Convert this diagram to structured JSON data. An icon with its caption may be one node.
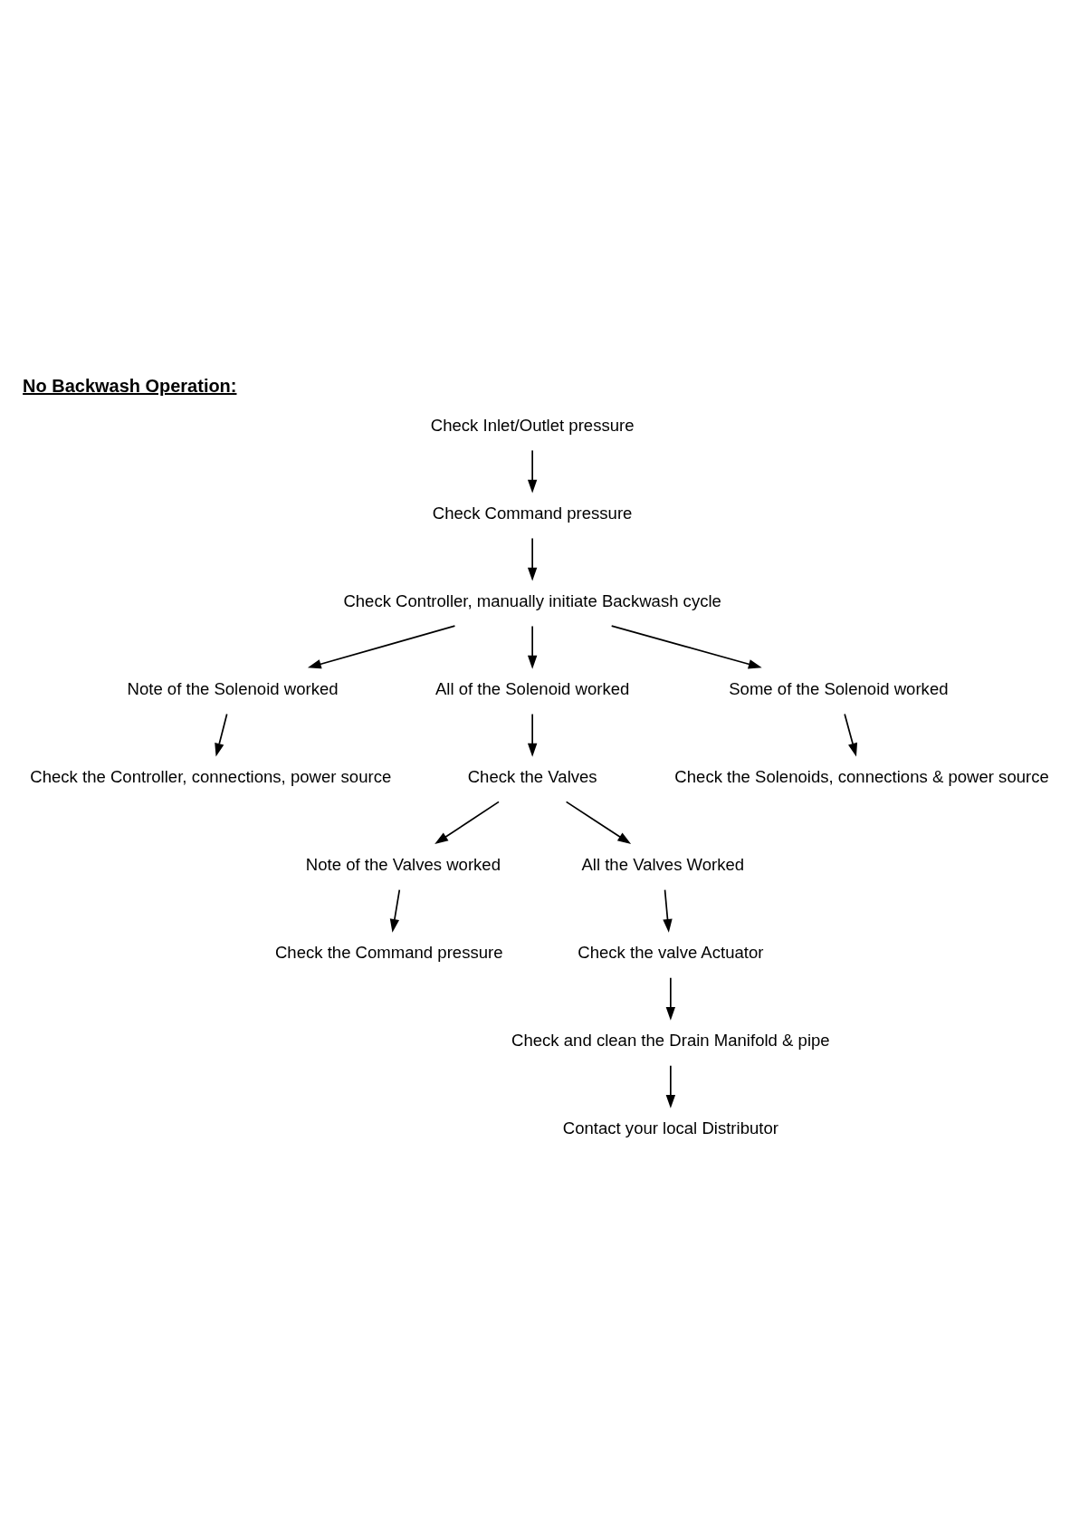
{
  "diagram": {
    "title": "No Backwash Operation:",
    "nodes": [
      {
        "text": [
          "Check Inlet/Outlet pressure"
        ]
      },
      {
        "text": [
          "Check Command pressure"
        ]
      },
      {
        "text": [
          "Check Controller, manually initiate Backwash cycle"
        ]
      },
      {
        "text": [
          "Note of the Solenoid worked"
        ]
      },
      {
        "text": [
          "All of the Solenoid worked"
        ]
      },
      {
        "text": [
          "Some of the Solenoid worked"
        ]
      },
      {
        "text": [
          "Check the Controller, connections, power source"
        ]
      },
      {
        "text": [
          "Check the Solenoids, connections & power source"
        ]
      },
      {
        "text": [
          "Check the Valves"
        ]
      },
      {
        "text": [
          "Note of the Valves worked"
        ]
      },
      {
        "text": [
          "All the Valves Worked"
        ]
      },
      {
        "text": [
          "Check the Command pressure"
        ]
      },
      {
        "text": [
          "Check the valve Actuator"
        ]
      },
      {
        "text": [
          "Check and clean the Drain Manifold & pipe"
        ]
      },
      {
        "text": [
          "Contact your local Distributor"
        ]
      }
    ],
    "edges": [
      {
        "from": 0,
        "to": 1,
        "arrow": "to"
      },
      {
        "from": 1,
        "to": 2,
        "arrow": "to"
      },
      {
        "from": 2,
        "to": 3,
        "arrow": "to"
      },
      {
        "from": 2,
        "to": 4,
        "arrow": "to"
      },
      {
        "from": 2,
        "to": 5,
        "arrow": "to"
      },
      {
        "from": 3,
        "to": 6,
        "arrow": "to"
      },
      {
        "from": 5,
        "to": 7,
        "arrow": "to"
      },
      {
        "from": 4,
        "to": 8,
        "arrow": "to"
      },
      {
        "from": 8,
        "to": 9,
        "arrow": "to"
      },
      {
        "from": 8,
        "to": 10,
        "arrow": "to"
      },
      {
        "from": 9,
        "to": 11,
        "arrow": "to"
      },
      {
        "from": 10,
        "to": 12,
        "arrow": "to"
      },
      {
        "from": 12,
        "to": 13,
        "arrow": "to"
      },
      {
        "from": 13,
        "to": 14,
        "arrow": "to"
      }
    ]
  }
}
